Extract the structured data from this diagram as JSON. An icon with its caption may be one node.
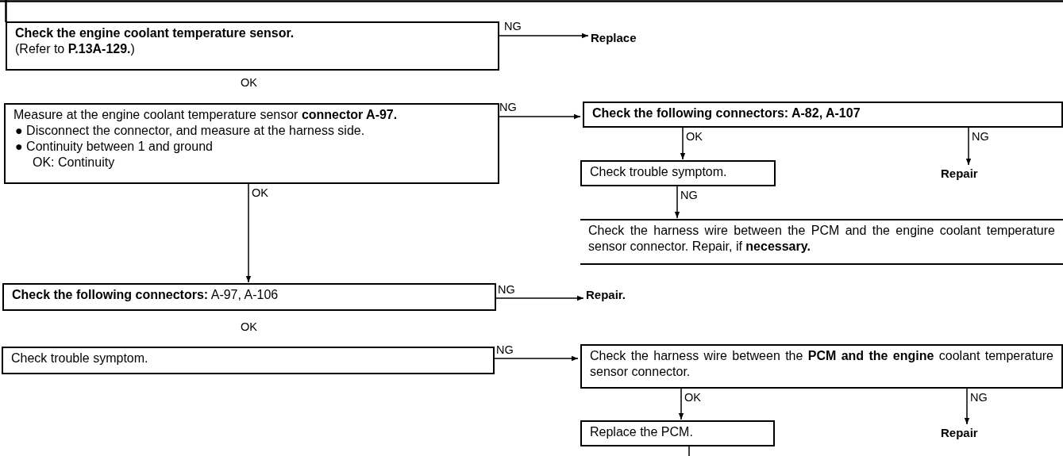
{
  "diagram": {
    "nodes": [
      {
        "text": [
          "Check the engine coolant temperature sensor.",
          "(Refer to **P.13A-129.**)"
        ]
      },
      {
        "text": [
          "Replace"
        ]
      },
      {
        "text": [
          "Measure at the engine coolant temperature sensor **connector A-97.**",
          "● Disconnect the connector, and measure at the harness side.",
          "● Continuity between 1 and ground",
          "OK: Continuity"
        ]
      },
      {
        "text": [
          "Check the following connectors: A-82, A-107"
        ]
      },
      {
        "text": [
          "Check trouble symptom."
        ]
      },
      {
        "text": [
          "Repair"
        ]
      },
      {
        "text": [
          "Check the harness wire between the PCM and the engine coolant temperature sensor connector. Repair, if **necessary.**"
        ]
      },
      {
        "text": [
          "**Check the following connectors:** A-97, A-106"
        ]
      },
      {
        "text": [
          "Repair."
        ]
      },
      {
        "text": [
          "Check trouble symptom."
        ]
      },
      {
        "text": [
          "Check the harness wire between the **PCM and the engine** coolant temperature sensor connector."
        ]
      },
      {
        "text": [
          "Replace the PCM."
        ]
      },
      {
        "text": [
          "Repair"
        ]
      }
    ],
    "edges": [
      {
        "from": 0,
        "to": 1,
        "arrow": "to",
        "label": "NG"
      },
      {
        "from": 2,
        "to": 3,
        "arrow": "to",
        "label": "NG"
      },
      {
        "from": 2,
        "to": 7,
        "arrow": "to",
        "label": "OK"
      },
      {
        "from": 3,
        "to": 4,
        "arrow": "to",
        "label": "OK"
      },
      {
        "from": 3,
        "to": 5,
        "arrow": "to",
        "label": "NG"
      },
      {
        "from": 4,
        "to": 6,
        "arrow": "to",
        "label": "NG"
      },
      {
        "from": 7,
        "to": 8,
        "arrow": "to",
        "label": "NG"
      },
      {
        "from": 9,
        "to": 10,
        "arrow": "to",
        "label": "NG"
      },
      {
        "from": 10,
        "to": 11,
        "arrow": "to",
        "label": "OK"
      },
      {
        "from": 10,
        "to": 12,
        "arrow": "to",
        "label": "NG"
      },
      {
        "from": 11,
        "to": null,
        "arrow": "none"
      }
    ],
    "labels": [
      "OK",
      "OK"
    ]
  }
}
